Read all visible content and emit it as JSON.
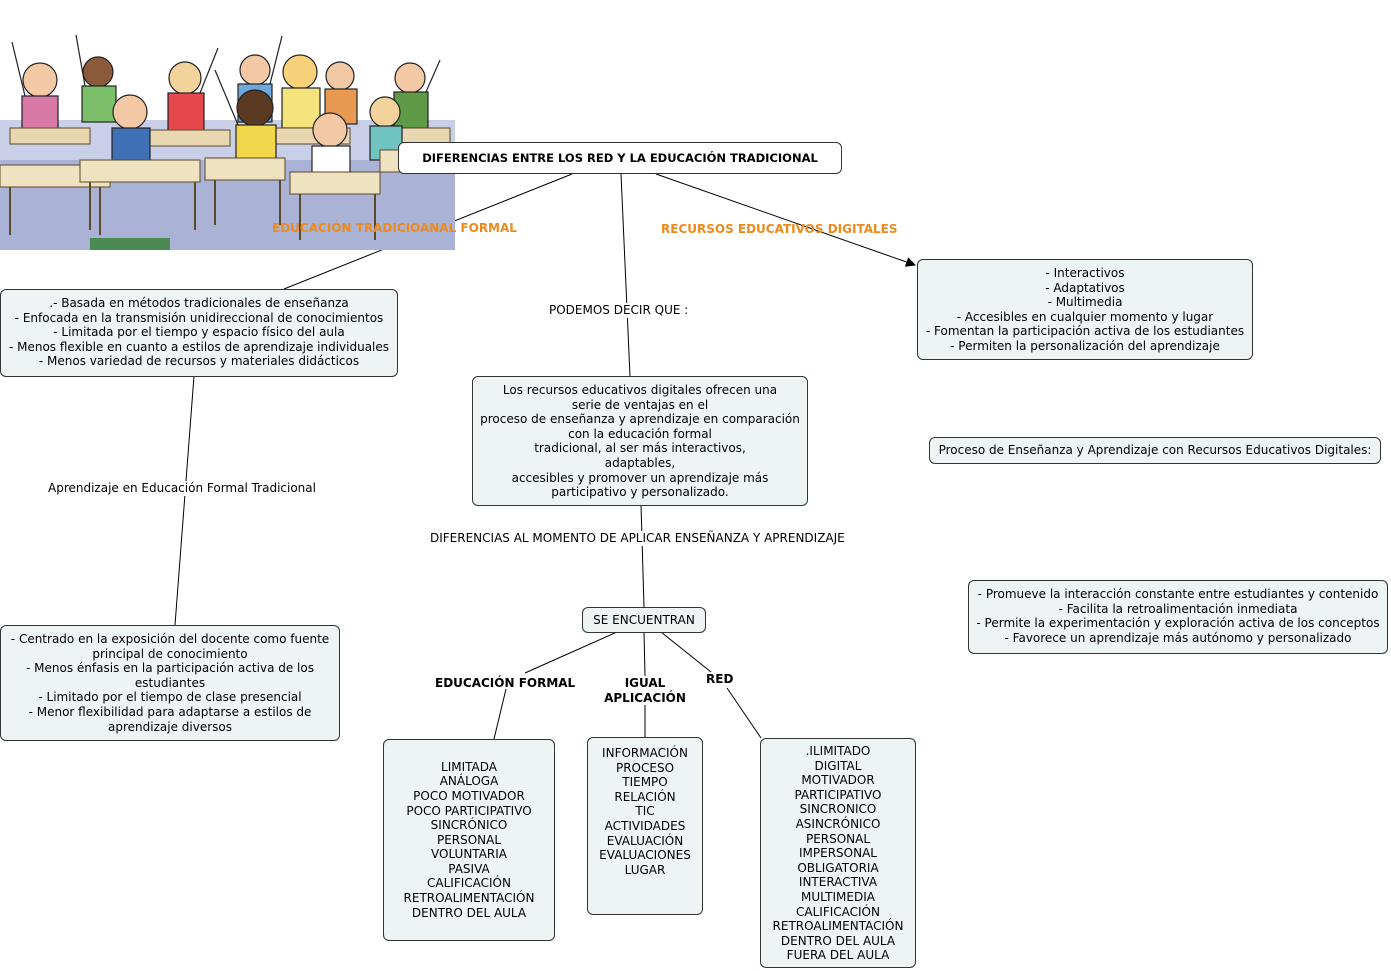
{
  "title": "DIFERENCIAS ENTRE LOS RED Y LA EDUCACIÓN TRADICIONAL",
  "nodes": {
    "traditional_features": ".- Basada en métodos tradicionales de enseñanza\n- Enfocada en la transmisión unidireccional de conocimientos\n- Limitada por el tiempo y espacio físico del aula\n- Menos flexible en cuanto a estilos de aprendizaje individuales\n- Menos variedad de recursos y materiales didácticos",
    "digital_features": "- Interactivos\n- Adaptativos\n- Multimedia\n- Accesibles en cualquier momento y lugar\n- Fomentan la participación activa de los estudiantes\n- Permiten la personalización del aprendizaje",
    "central_text": "Los recursos educativos digitales ofrecen una\nserie de ventajas en el\nproceso de enseñanza y aprendizaje en comparación\ncon la educación formal\ntradicional, al ser más interactivos,\nadaptables,\naccesibles y promover un aprendizaje más\nparticipativo y personalizado.",
    "process_title": "Proceso de Enseñanza y Aprendizaje con Recursos Educativos Digitales:",
    "process_features": "- Promueve la interacción constante entre estudiantes y contenido\n- Facilita la retroalimentación inmediata\n- Permite la experimentación y exploración activa de los conceptos\n- Favorece un aprendizaje más autónomo y personalizado",
    "traditional_learning": "- Centrado en la exposición del docente como fuente\nprincipal de conocimiento\n- Menos énfasis en la participación activa de los\nestudiantes\n- Limitado por el tiempo de clase presencial\n- Menor flexibilidad para adaptarse a estilos de\naprendizaje diversos",
    "se_encuentran": "SE ENCUENTRAN",
    "formal_list": "LIMITADA\nANÁLOGA\nPOCO MOTIVADOR\nPOCO PARTICIPATIVO\nSINCRÓNICO\nPERSONAL\nVOLUNTARIA\nPASIVA\nCALIFICACIÓN\nRETROALIMENTACIÓN\nDENTRO DEL AULA",
    "equal_list": "INFORMACIÓN\nPROCESO\nTIEMPO\nRELACIÓN\nTIC\nACTIVIDADES\nEVALUACIÓN\nEVALUACIONES\nLUGAR",
    "red_list": ".ILIMITADO\nDIGITAL\nMOTIVADOR\nPARTICIPATIVO\nSINCRONICO\nASINCRÓNICO\nPERSONAL\nIMPERSONAL\nOBLIGATORIA\nINTERACTIVA\nMULTIMEDIA\nCALIFICACIÓN\nRETROALIMENTACIÓN\nDENTRO DEL AULA\nFUERA DEL AULA"
  },
  "links": {
    "educacion_tradicional": "EDUCACIÓN TRADICIOANAL FORMAL",
    "recursos_digitales": "RECURSOS EDUCATIVOS DIGITALES",
    "podemos_decir": "PODEMOS DECIR QUE :",
    "aprendizaje_formal": "Aprendizaje en Educación Formal Tradicional",
    "diferencias_momento": "DIFERENCIAS AL MOMENTO DE APLICAR ENSEÑANZA Y APRENDIZAJE",
    "educacion_formal": "EDUCACIÓN FORMAL",
    "igual_aplicacion": "IGUAL\nAPLICACIÓN",
    "red": "RED"
  },
  "colors": {
    "node_fill": "#eef3f4",
    "node_border": "#333333",
    "accent_orange": "#ee8a1c",
    "line": "#000000"
  },
  "illustration": "classroom-children-raising-hands"
}
